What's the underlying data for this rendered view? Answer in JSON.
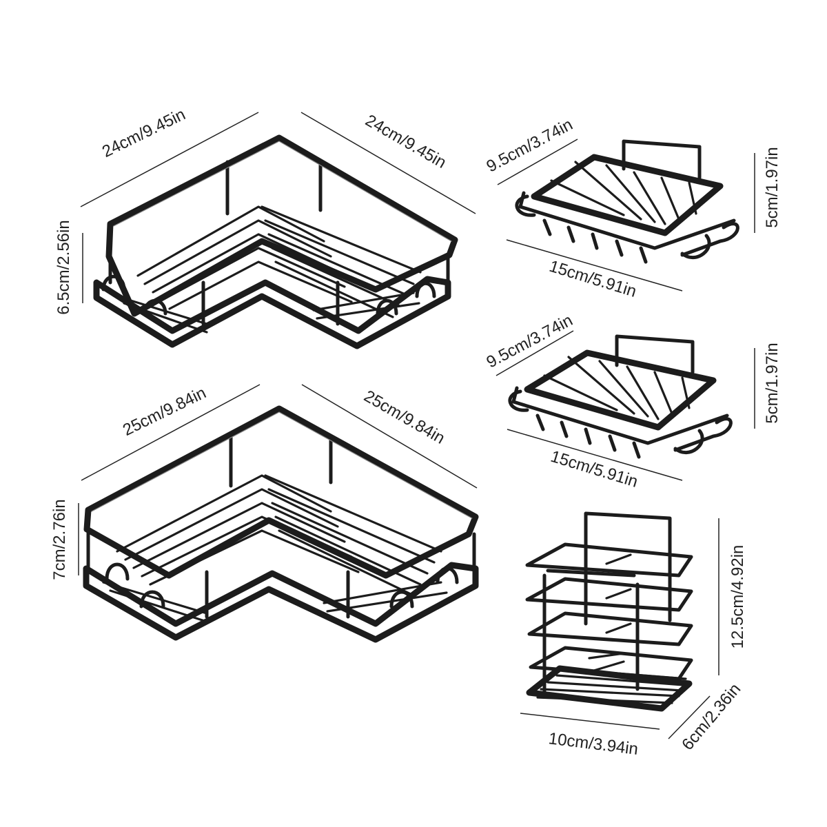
{
  "colors": {
    "background": "#ffffff",
    "product": "#1c1c1c",
    "dimension": "#222222"
  },
  "products": {
    "corner_shelf_small": {
      "icon": "corner-shelf",
      "width_left": "24cm/9.45in",
      "width_right": "24cm/9.45in",
      "height": "6.5cm/2.56in"
    },
    "corner_shelf_large": {
      "icon": "corner-shelf",
      "width_left": "25cm/9.84in",
      "width_right": "25cm/9.84in",
      "height": "7cm/2.76in"
    },
    "soap_dish_top": {
      "icon": "soap-dish",
      "depth": "9.5cm/3.74in",
      "width": "15cm/5.91in",
      "height": "5cm/1.97in"
    },
    "soap_dish_bottom": {
      "icon": "soap-dish",
      "depth": "9.5cm/3.74in",
      "width": "15cm/5.91in",
      "height": "5cm/1.97in"
    },
    "toothbrush_holder": {
      "icon": "toothbrush-holder",
      "height": "12.5cm/4.92in",
      "width": "10cm/3.94in",
      "depth": "6cm/2.36in"
    }
  }
}
